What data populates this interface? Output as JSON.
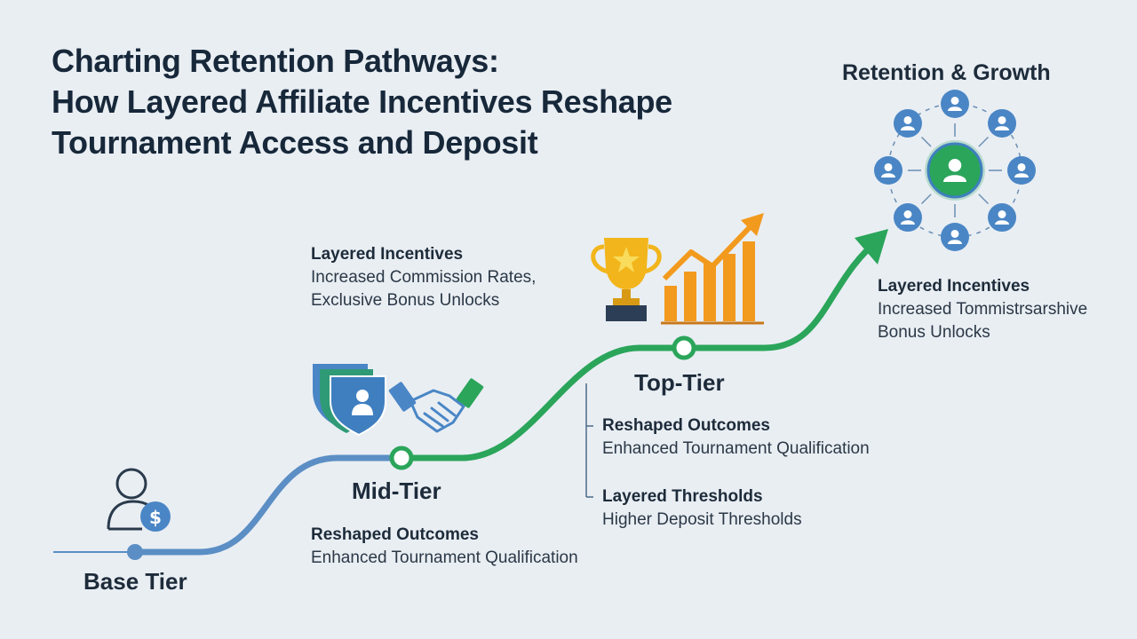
{
  "title": {
    "line1": "Charting Retention Pathways:",
    "line2": "How Layered Affiliate Incentives Reshape",
    "line3": "Tournament Access and Deposit"
  },
  "tiers": {
    "base": "Base Tier",
    "mid": "Mid-Tier",
    "top": "Top-Tier"
  },
  "mid_incentives": {
    "heading": "Layered Incentives",
    "line1": "Increased Commission Rates,",
    "line2": "Exclusive Bonus Unlocks"
  },
  "mid_outcomes": {
    "heading": "Reshaped Outcomes",
    "line1": "Enhanced Tournament Qualification"
  },
  "top_outcomes": {
    "heading": "Reshaped Outcomes",
    "line1": "Enhanced Tournament Qualification"
  },
  "top_thresholds": {
    "heading": "Layered Thresholds",
    "line1": "Higher Deposit Thresholds"
  },
  "growth": {
    "title": "Retention & Growth",
    "heading": "Layered Incentives",
    "line1": "Increased Tommistrsarshive",
    "line2": "Bonus Unlocks"
  },
  "colors": {
    "background": "#e9eef3",
    "path_blue": "#5b8ec4",
    "path_green": "#2aa55a",
    "icon_blue": "#4a86c5",
    "trophy_gold": "#f2b51b",
    "bars_orange": "#f29a1e"
  },
  "icons": [
    "user-dollar-icon",
    "shield-user-icon",
    "handshake-icon",
    "trophy-icon",
    "bar-chart-arrow-icon",
    "user-network-icon"
  ]
}
